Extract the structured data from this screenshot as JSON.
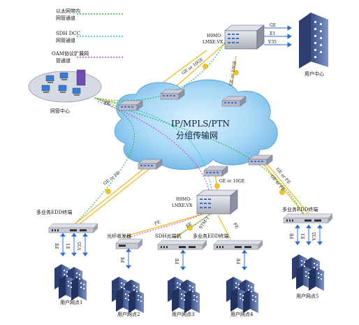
{
  "legend": [
    {
      "line1": "以太网带内",
      "line2": "网管通道",
      "color": "#2fb54a"
    },
    {
      "line1": "SDH DCC",
      "line2": "网管通道",
      "color": "#17c4d2"
    },
    {
      "line1": "OAM协议扩展网",
      "line2": "管通道",
      "color": "#d43fd8"
    }
  ],
  "cloud": {
    "line1": "IP/MPLS/PTN",
    "line2": "分组传输网"
  },
  "nms": {
    "label": "网管中心",
    "fe": "FE"
  },
  "top_device": {
    "name1": "H9MO-",
    "name2": "LMXE.VX",
    "ports": [
      "GE",
      "E1",
      "V35"
    ],
    "link1": "GE or 10GE",
    "link2": "GE or 10GE"
  },
  "user_center": {
    "label": "用户中心"
  },
  "left_link": {
    "label": "GE or FE"
  },
  "right_link": {
    "label1": "GE or FE",
    "label2": "GE or FE"
  },
  "mid_device": {
    "name1": "H9MO-",
    "name2": "LMXE.VX",
    "uplink": "GE or 10GE",
    "fe_a": "FE",
    "fe_b": "FE",
    "fe_c": "FE",
    "stm": "STM-1"
  },
  "edd_left": {
    "label": "多业务EDD终端",
    "ports": [
      "FE",
      "E1",
      "V35"
    ]
  },
  "edd_right": {
    "label": "多业务EDD终端",
    "ports": [
      "FE",
      "E1",
      "V35"
    ]
  },
  "edd_mid": {
    "label": "多业务EDD终端",
    "port": "FE"
  },
  "optical": {
    "label": "光纤收发器",
    "port": "FE"
  },
  "sdh_term": {
    "label": "SDH光端机",
    "port": "FE"
  },
  "sites": [
    "用户网点1",
    "用户网点2",
    "用户网点3",
    "用户网点4",
    "用户网点5"
  ]
}
